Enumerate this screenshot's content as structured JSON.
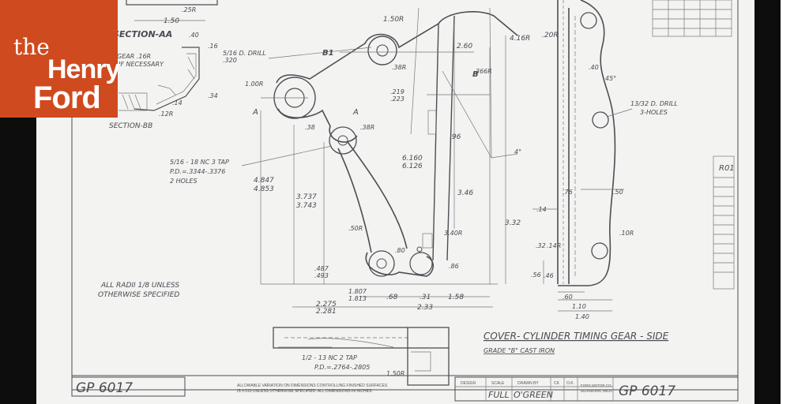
{
  "brand": {
    "logo_the": "the",
    "logo_henry": "Henry",
    "logo_ford": "Ford",
    "logo_bg": "#cf4a1f"
  },
  "drawing": {
    "title": "COVER- CYLINDER TIMING GEAR - SIDE",
    "material": "GRADE \"B\" CAST IRON",
    "part_number_left": "GP 6017",
    "part_number_right": "GP 6017",
    "general_note_1": "ALL RADII 1/8 UNLESS",
    "general_note_2": "OTHERWISE SPECIFIED",
    "tolerance_note_1": "ALLOWABLE VARIATION ON DIMENSIONS CONTROLLING FINISHED SURFACES",
    "tolerance_note_2": "IS ±.010 UNLESS OTHERWISE SPECIFIED.   ALL DIMENSIONS IN INCHES.",
    "title_block": {
      "h_design": "DESIGN",
      "h_scale": "SCALE",
      "h_drawn_by": "DRAWN BY",
      "h_ck": "CK",
      "h_ok": "O.K.",
      "scale": "FULL",
      "drawn_by": "O'GREEN",
      "company_1": "FORD MOTOR CO.",
      "company_2": "DEARBORN, MICH."
    },
    "section_aa": "SECTION-AA",
    "section_bb": "SECTION-BB",
    "section_notes": [
      "GEAR .16R",
      "IF NECESSARY"
    ],
    "notes": {
      "tap_1": [
        "5/16 - 18 NC 3 TAP",
        "P.D.=.3344-.3376",
        "2 HOLES"
      ],
      "drill_1": [
        "5/16 D. DRILL",
        ".320"
      ],
      "drill_2": [
        "13/32 D. DRILL",
        "3-HOLES"
      ],
      "tap_2": [
        "1/2 - 13 NC 2 TAP",
        "P.D.=.2764-.2805"
      ]
    },
    "dims": {
      "d_1_50_top": "1.50",
      "d_25R": ".25R",
      "d_40": ".40",
      "d_16": ".16",
      "d_1_50R": "1.50R",
      "d_2_60": "2.60",
      "d_4_16R": "4.16R",
      "d_20R": ".20R",
      "d_B1": "B1",
      "d_B": "B",
      "d_38R": ".38R",
      "d_366R": "366R",
      "d_1_00R": "1.00R",
      "d_A_left": "A",
      "d_A_right": "A",
      "d_219": ".219",
      "d_223": ".223",
      "d_38": ".38",
      "d_38R_b": ".38R",
      "d_96": ".96",
      "d_6_160": "6.160",
      "d_6_126": "6.126",
      "d_4_deg": "4°",
      "d_4_847": "4.847",
      "d_4_853": "4.853",
      "d_3_737": "3.737",
      "d_3_743": "3.743",
      "d_3_46": "3.46",
      "d_3_32": "3.32",
      "d_3_40R": "3.40R",
      "d_14": ".14",
      "d_50R": ".50R",
      "d_487": ".487",
      "d_493": ".493",
      "d_80": ".80",
      "d_86": ".86",
      "d_1_807": "1.807",
      "d_1_813": "1.813",
      "d_68": ".68",
      "d_31": ".31",
      "d_1_58": "1.58",
      "d_2_275": "2.275",
      "d_2_281": "2.281",
      "d_2_33": "2.33",
      "d_40b": ".40",
      "d_45deg": "45°",
      "d_76": ".76",
      "d_50": ".50",
      "d_14b": ".14",
      "d_32": ".32",
      "d_14R": ".14R",
      "d_56": ".56",
      "d_46": ".46",
      "d_60": ".60",
      "d_1_10": "1.10",
      "d_1_40": "1.40",
      "d_10R": ".10R",
      "d_1_50R_bottom": "1.50R",
      "d_34": ".34",
      "d_14c": ".14",
      "d_12R": ".12R",
      "d_right_mark": "R01"
    }
  }
}
